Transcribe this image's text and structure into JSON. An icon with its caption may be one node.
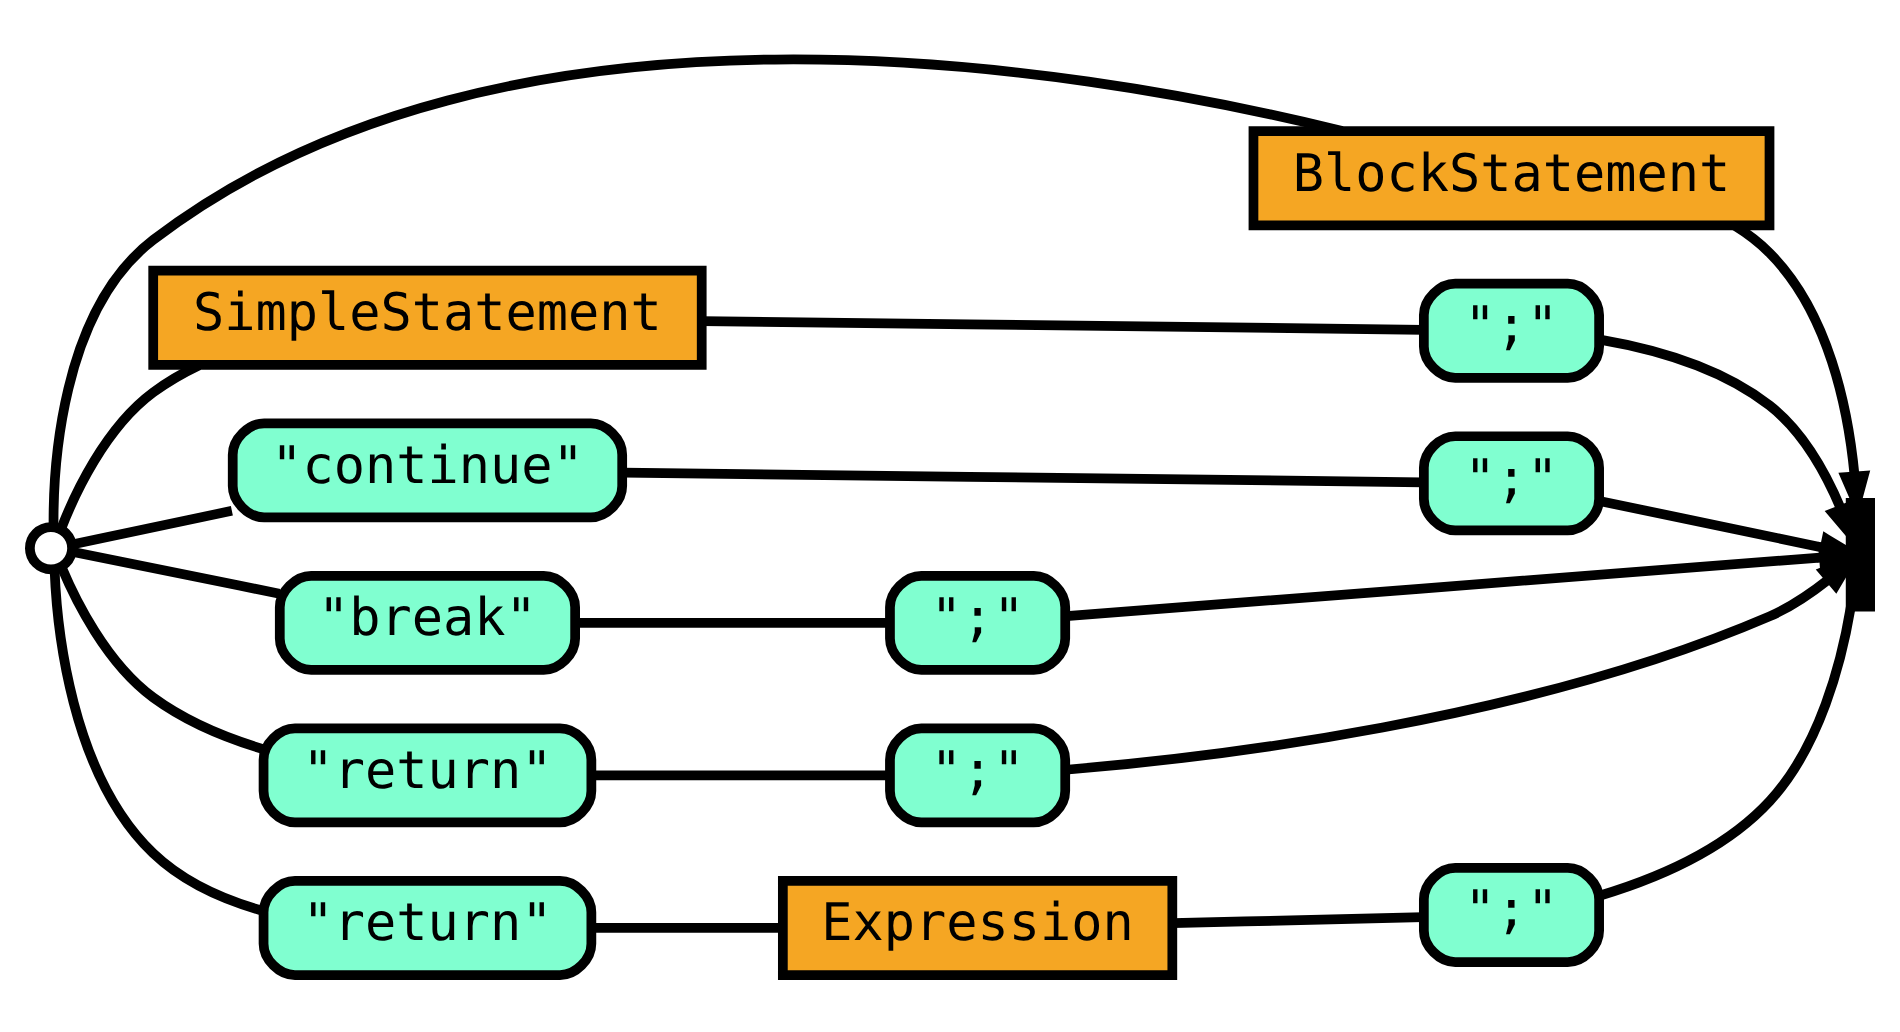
{
  "diagram": {
    "nodes": [
      {
        "text": [],
        "shape": "circle"
      },
      {
        "text": [
          "BlockStatement"
        ]
      },
      {
        "text": [
          "SimpleStatement"
        ]
      },
      {
        "text": [
          "\";\""
        ]
      },
      {
        "text": [
          "\"continue\""
        ]
      },
      {
        "text": [
          "\";\""
        ]
      },
      {
        "text": [
          "\"break\""
        ]
      },
      {
        "text": [
          "\";\""
        ]
      },
      {
        "text": [
          "\"return\""
        ]
      },
      {
        "text": [
          "\";\""
        ]
      },
      {
        "text": [
          "\"return\""
        ]
      },
      {
        "text": [
          "Expression"
        ]
      },
      {
        "text": [
          "\";\""
        ]
      },
      {
        "text": [],
        "shape": "bar"
      }
    ],
    "edges": [
      {
        "from": 0,
        "to": 1,
        "arrow": "none"
      },
      {
        "from": 0,
        "to": 2,
        "arrow": "none"
      },
      {
        "from": 0,
        "to": 4,
        "arrow": "none"
      },
      {
        "from": 0,
        "to": 6,
        "arrow": "none"
      },
      {
        "from": 0,
        "to": 8,
        "arrow": "none"
      },
      {
        "from": 0,
        "to": 10,
        "arrow": "none"
      },
      {
        "from": 2,
        "to": 3,
        "arrow": "none"
      },
      {
        "from": 4,
        "to": 5,
        "arrow": "none"
      },
      {
        "from": 6,
        "to": 7,
        "arrow": "none"
      },
      {
        "from": 8,
        "to": 9,
        "arrow": "none"
      },
      {
        "from": 10,
        "to": 11,
        "arrow": "none"
      },
      {
        "from": 11,
        "to": 12,
        "arrow": "none"
      },
      {
        "from": 1,
        "to": 13,
        "arrow": "to"
      },
      {
        "from": 3,
        "to": 13,
        "arrow": "to"
      },
      {
        "from": 5,
        "to": 13,
        "arrow": "to"
      },
      {
        "from": 7,
        "to": 13,
        "arrow": "to"
      },
      {
        "from": 9,
        "to": 13,
        "arrow": "to"
      },
      {
        "from": 12,
        "to": 13,
        "arrow": "none"
      }
    ]
  }
}
